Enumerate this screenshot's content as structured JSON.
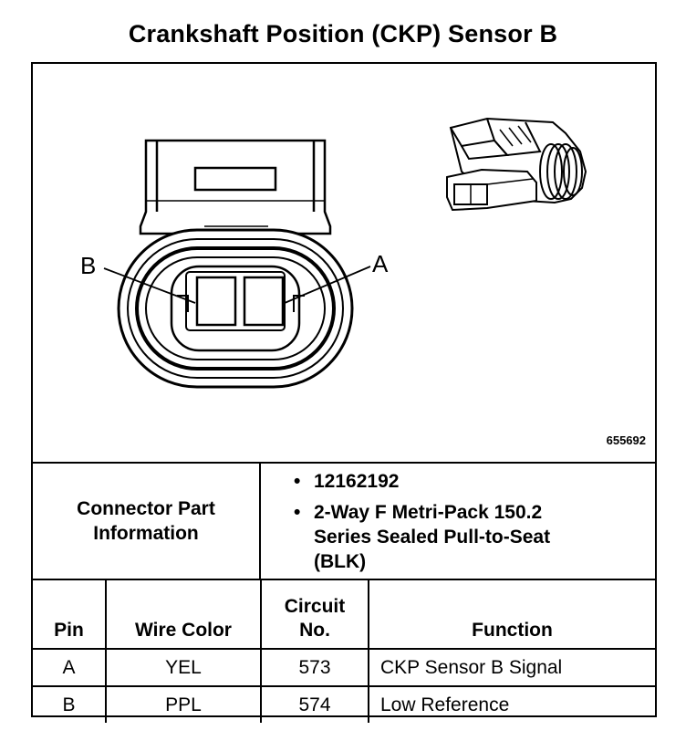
{
  "title": "Crankshaft Position (CKP) Sensor B",
  "figure": {
    "label_b": "B",
    "label_a": "A",
    "figure_id": "655692"
  },
  "connector_info": {
    "label": "Connector Part Information",
    "items": [
      "12162192",
      "2-Way F Metri-Pack 150.2 Series Sealed Pull-to-Seat (BLK)"
    ]
  },
  "pin_table": {
    "headers": {
      "pin": "Pin",
      "wire_color": "Wire Color",
      "circuit": "Circuit No.",
      "function": "Function"
    },
    "rows": [
      {
        "pin": "A",
        "wire_color": "YEL",
        "circuit": "573",
        "function": "CKP Sensor B Signal"
      },
      {
        "pin": "B",
        "wire_color": "PPL",
        "circuit": "574",
        "function": "Low Reference"
      }
    ]
  }
}
